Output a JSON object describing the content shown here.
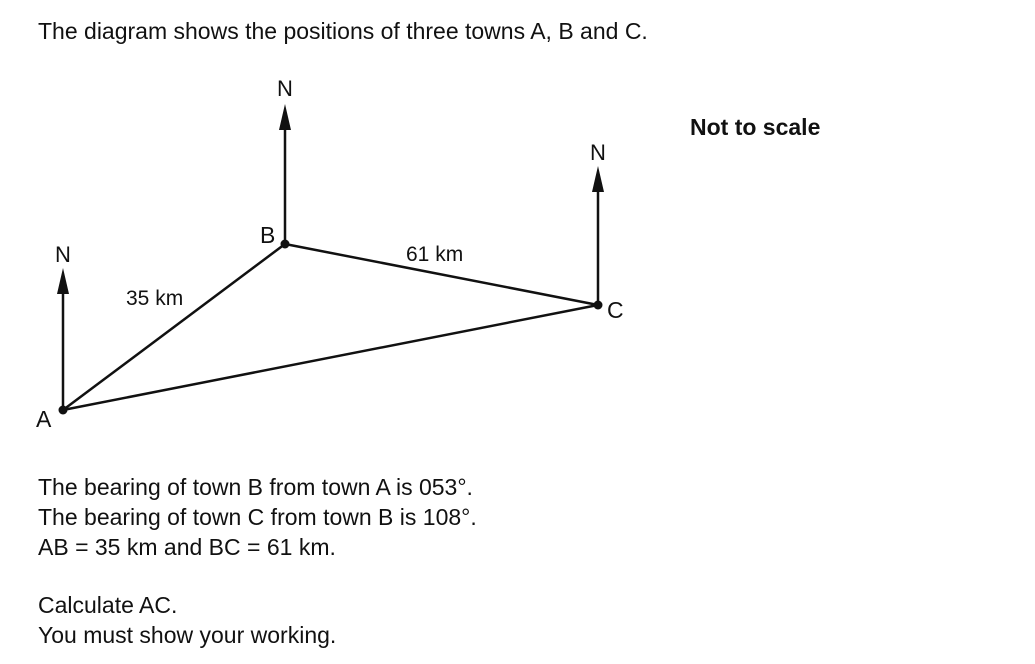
{
  "question": {
    "intro": "The diagram shows the positions of three towns A, B and C.",
    "scale_note": "Not to scale",
    "facts": [
      "The bearing of town B from town A is 053°.",
      "The bearing of town C from town B is 108°.",
      "AB = 35 km and BC = 61 km."
    ],
    "task": [
      "Calculate AC.",
      "You must show your working."
    ]
  },
  "diagram": {
    "north_label": "N",
    "towns": {
      "a": "A",
      "b": "B",
      "c": "C"
    },
    "distances": {
      "ab": "35 km",
      "bc": "61 km"
    },
    "colors": {
      "ink": "#111111"
    }
  }
}
